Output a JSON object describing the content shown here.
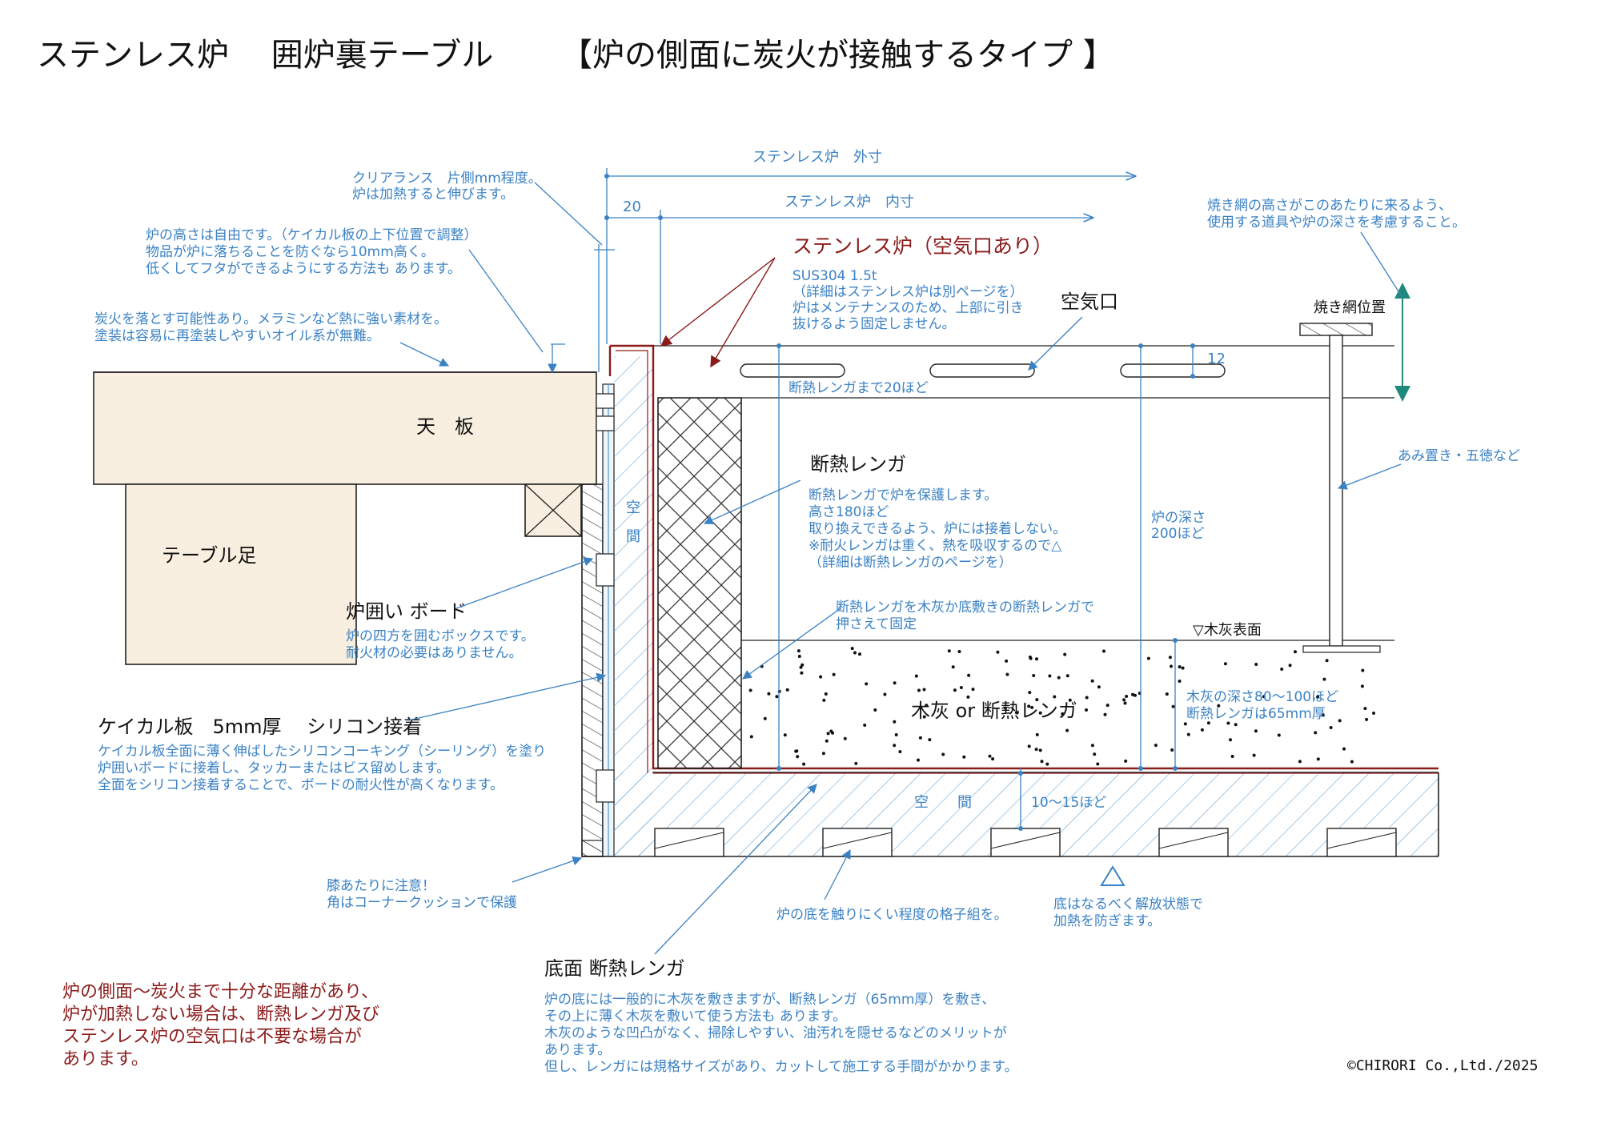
{
  "title": {
    "main": "ステンレス炉　 囲炉裏テーブル",
    "type": "【炉の側面に炭火が接触するタイプ 】"
  },
  "dimensions": {
    "outer": "ステンレス炉　外寸",
    "inner": "ステンレス炉　内寸",
    "offset": "20",
    "slot_gap": "12",
    "to_brick": "断熱レンガまで20ほど",
    "depth": [
      "炉の深さ",
      "200ほど"
    ],
    "air_gap": "10～15ほど"
  },
  "notes": {
    "clearance": [
      "クリアランス　片側mm程度。",
      "炉は加熱すると伸びます。"
    ],
    "height": [
      "炉の高さは自由です。（ケイカル板の上下位置で調整）",
      "物品が炉に落ちることを防ぐなら10mm高く。",
      "低くしてフタができるようにする方法も あります。"
    ],
    "coating": [
      "炭火を落とす可能性あり。メラミンなど熱に強い素材を。",
      "塗装は容易に再塗装しやすいオイル系が無難。"
    ],
    "grill_height": [
      "焼き網の高さがこのあたりに来るよう、",
      "使用する道具や炉の深さを考慮すること。"
    ],
    "trivet": "あみ置き・五徳など",
    "ash_depth": [
      "木灰の深さ80～100ほど",
      "断熱レンガは65mm厚"
    ],
    "brick_fix": [
      "断熱レンガを木灰か底敷きの断熱レンガで",
      "押さえて固定"
    ],
    "knee": [
      "膝あたりに注意！",
      "角はコーナークッションで保護"
    ],
    "lattice": "炉の底を触りにくい程度の格子組を。",
    "open_bottom": [
      "底はなるべく解放状態で",
      "加熱を防ぎます。"
    ]
  },
  "labels": {
    "tabletop": "天　板",
    "table_leg": "テーブル足",
    "air_vent": "空気口",
    "grill_position": "焼き網位置",
    "ash_surface": "▽木灰表面",
    "ash_or_brick": "木灰 or 断熱レンガ",
    "space_vertical": [
      "空",
      "間"
    ],
    "space_bottom": "空　　間"
  },
  "stainless": {
    "heading": "ステンレス炉（空気口あり）",
    "lines": [
      "SUS304 1.5t",
      "（詳細はステンレス炉は別ページを）",
      "炉はメンテナンスのため、上部に引き",
      "抜けるよう固定しません。"
    ]
  },
  "brick": {
    "heading": "断熱レンガ",
    "lines": [
      "断熱レンガで炉を保護します。",
      "高さ180ほど",
      "取り換えできるよう、炉には接着しない。",
      "※耐火レンガは重く、熱を吸収するので△",
      "（詳細は断熱レンガのページを）"
    ]
  },
  "board": {
    "heading": "炉囲い ボード",
    "lines": [
      "炉の四方を囲むボックスです。",
      "耐火材の必要はありません。"
    ]
  },
  "calcium": {
    "heading": "ケイカル板　5mm厚　 シリコン接着",
    "lines": [
      "ケイカル板全面に薄く伸ばしたシリコンコーキング（シーリング）を塗り",
      "炉囲いボードに接着し、タッカーまたはビス留めします。",
      "全面をシリコン接着することで、ボードの耐火性が高くなります。"
    ]
  },
  "bottom_brick": {
    "heading": "底面 断熱レンガ",
    "lines": [
      "炉の底には一般的に木灰を敷きますが、断熱レンガ（65mm厚）を敷き、",
      "その上に薄く木灰を敷いて使う方法も あります。",
      "木灰のような凹凸がなく、掃除しやすい、油汚れを隠せるなどのメリットが",
      "あります。",
      "但し、レンガには規格サイズがあり、カットして施工する手間がかかります。"
    ]
  },
  "footnote": [
    "炉の側面～炭火まで十分な距離があり、",
    "炉が加熱しない場合は、断熱レンガ及び",
    "ステンレス炉の空気口は不要な場合が",
    "あります。"
  ],
  "copyright": "©CHIRORI Co.,Ltd./2025",
  "colors": {
    "note": "#3b82c4",
    "accent_red": "#8b1a1a",
    "line": "#222222"
  }
}
